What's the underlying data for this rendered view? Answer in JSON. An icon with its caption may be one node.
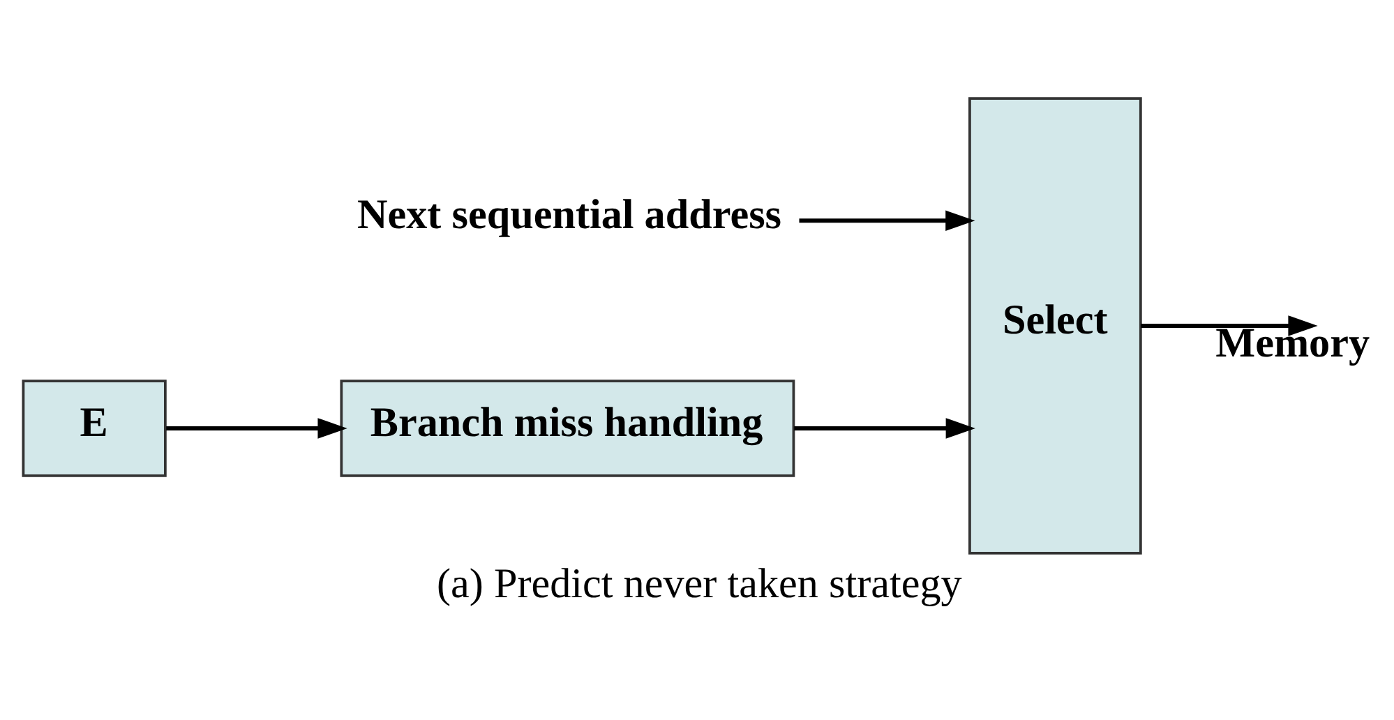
{
  "diagram": {
    "caption": "(a) Predict never taken strategy",
    "nodes": [
      {
        "text": [
          "Next sequential address"
        ]
      },
      {
        "text": [
          "Select"
        ]
      },
      {
        "text": [
          "E"
        ]
      },
      {
        "text": [
          "Branch miss handling"
        ]
      }
    ],
    "edges": [
      {
        "from": 0,
        "to": 1,
        "arrow": "to"
      },
      {
        "from": 2,
        "to": 3,
        "arrow": "to"
      },
      {
        "from": 3,
        "to": 1,
        "arrow": "to"
      },
      {
        "from": 1,
        "to": null,
        "arrow": "to",
        "label": "Memory"
      }
    ]
  }
}
